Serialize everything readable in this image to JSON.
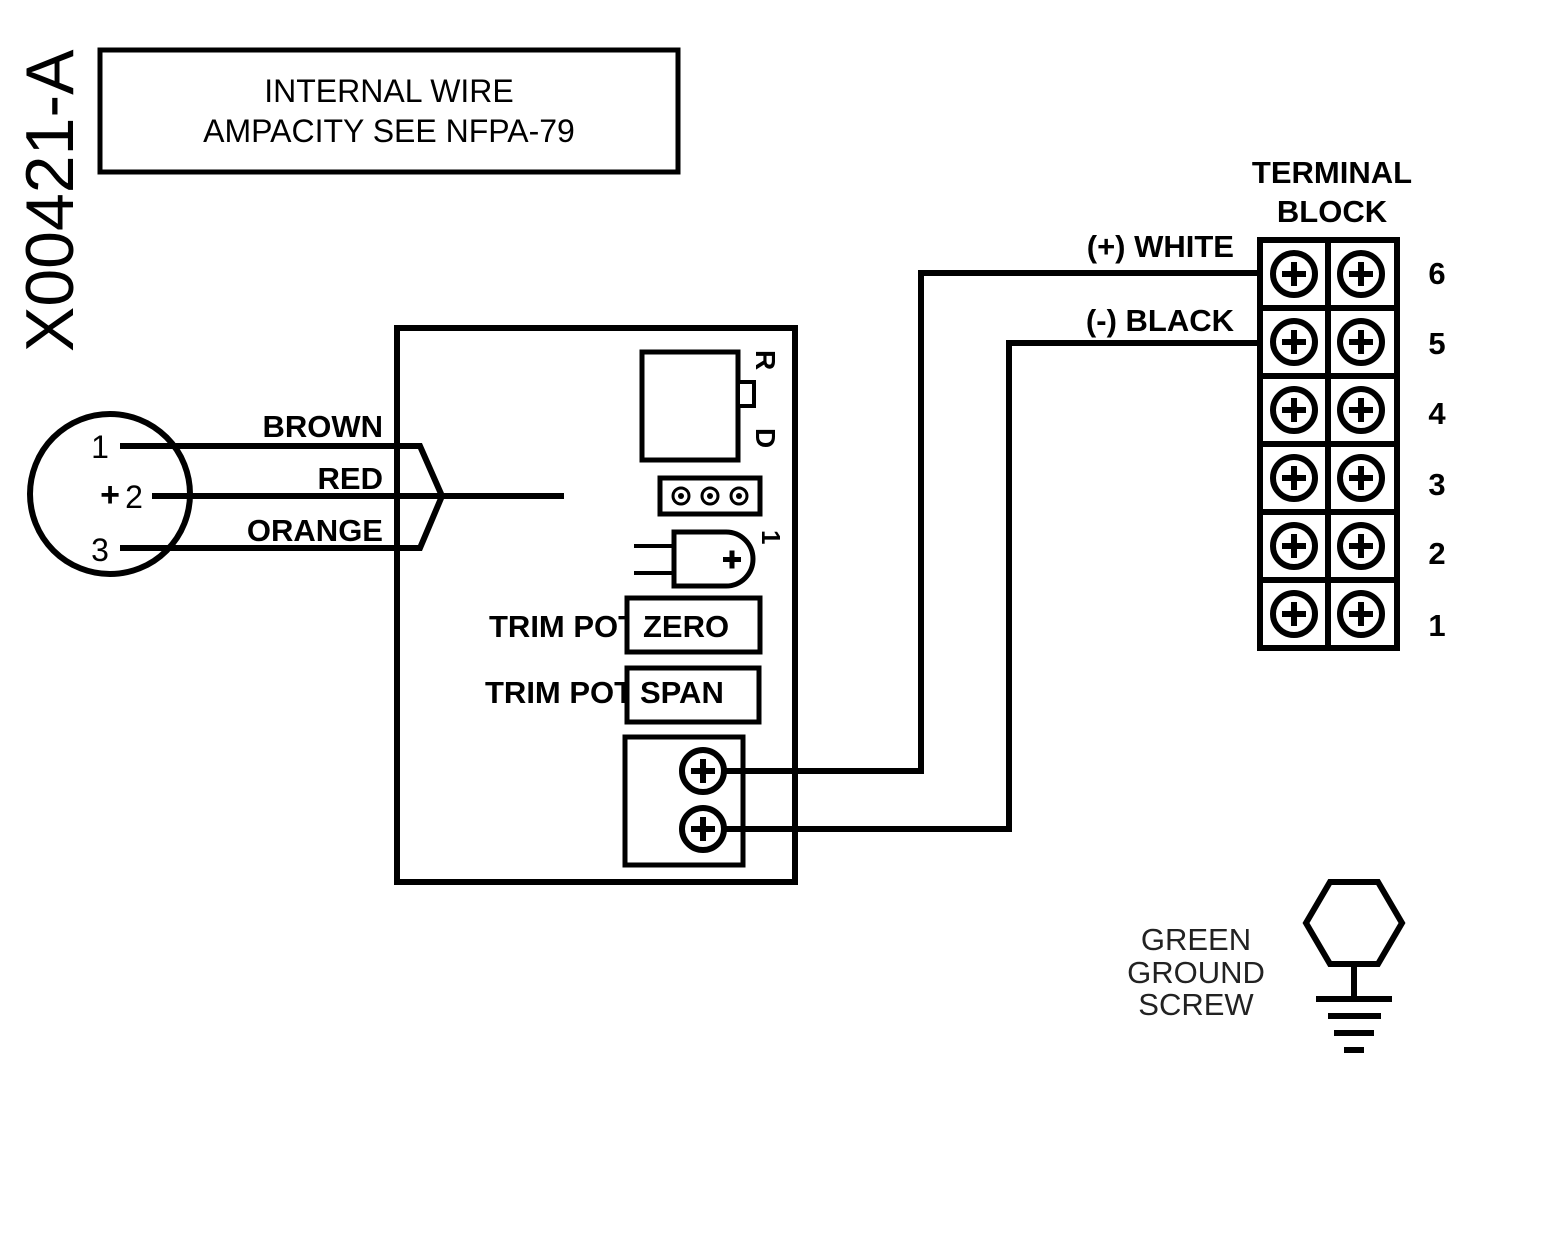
{
  "drawing_id": "X00421-A",
  "note": {
    "line1": "INTERNAL WIRE",
    "line2": "AMPACITY SEE NFPA-79"
  },
  "connector": {
    "pin1": "1",
    "pin2": "2",
    "pin3": "3",
    "plus_symbol": "+"
  },
  "wires": {
    "brown": "BROWN",
    "red": "RED",
    "orange": "ORANGE",
    "white": "(+) WHITE",
    "black": "(-) BLACK"
  },
  "board": {
    "r_label": "R",
    "d_label": "D",
    "one_label": "1",
    "trim_pot_zero_label": "TRIM POT",
    "zero": "ZERO",
    "trim_pot_span_label": "TRIM POT",
    "span": "SPAN"
  },
  "terminal_block": {
    "title_line1": "TERMINAL",
    "title_line2": "BLOCK",
    "rows": [
      "6",
      "5",
      "4",
      "3",
      "2",
      "1"
    ]
  },
  "ground": {
    "line1": "GREEN",
    "line2": "GROUND",
    "line3": "SCREW"
  }
}
